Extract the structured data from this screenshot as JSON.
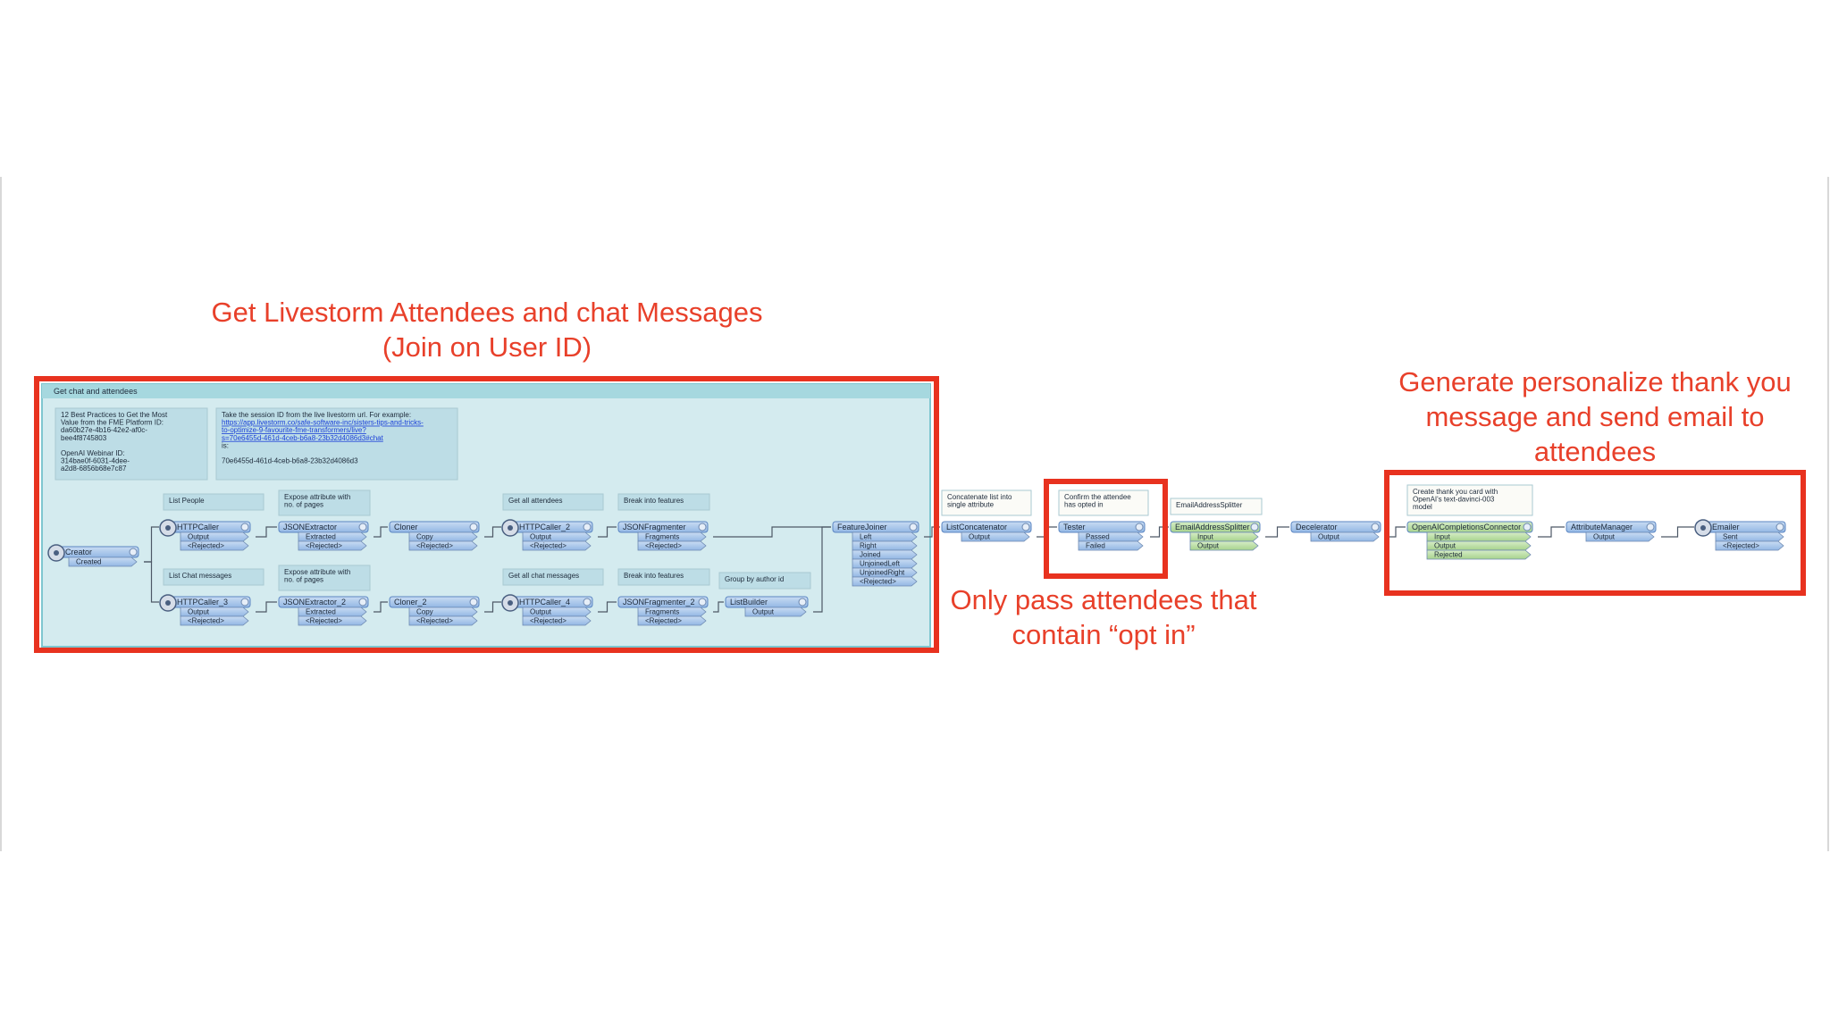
{
  "callouts": {
    "left_line1": "Get Livestorm Attendees and chat Messages",
    "left_line2": "(Join on User ID)",
    "middle_line1": "Only pass attendees that",
    "middle_line2": "contain “opt in”",
    "right_line1": "Generate personalize thank you",
    "right_line2": "message and send email to",
    "right_line3": "attendees"
  },
  "bookmark": {
    "title": "Get chat and attendees"
  },
  "notes": [
    {
      "id": "note-info",
      "lines": [
        "12 Best Practices to Get the Most",
        "Value from the FME Platform ID:",
        "da60b27e-4b16-42e2-af0c-",
        "bee4f8745803",
        "",
        "OpenAI Webinar ID:",
        "314bae0f-6031-4dee-",
        "a2d8-6856b68e7c87"
      ]
    },
    {
      "id": "note-session",
      "lines": [
        "Take the session ID from the live livestorm url. For example:",
        "",
        "",
        "",
        "is:",
        "",
        "70e6455d-461d-4ceb-b6a8-23b32d4086d3"
      ],
      "link": [
        "https://app.livestorm.co/safe-software-inc/sisters-tips-and-tricks-",
        "to-optimize-9-favourite-fme-transformers/live?",
        "s=70e6455d-461d-4ceb-b6a8-23b32d4086d3#chat"
      ]
    },
    {
      "id": "note-list-people",
      "lines": [
        "List People"
      ]
    },
    {
      "id": "note-expose-1",
      "lines": [
        "Expose attribute with",
        "no. of pages"
      ]
    },
    {
      "id": "note-get-attendees",
      "lines": [
        "Get all attendees"
      ]
    },
    {
      "id": "note-break-1",
      "lines": [
        "Break into features"
      ]
    },
    {
      "id": "note-list-chat",
      "lines": [
        "List Chat messages"
      ]
    },
    {
      "id": "note-expose-2",
      "lines": [
        "Expose attribute with",
        "no. of pages"
      ]
    },
    {
      "id": "note-get-chat",
      "lines": [
        "Get all chat messages"
      ]
    },
    {
      "id": "note-break-2",
      "lines": [
        "Break into features"
      ]
    },
    {
      "id": "note-group",
      "lines": [
        "Group by author id"
      ]
    },
    {
      "id": "note-concat",
      "lines": [
        "Concatenate list into",
        "single attribute"
      ]
    },
    {
      "id": "note-confirm",
      "lines": [
        "Confirm the attendee",
        "has opted in"
      ]
    },
    {
      "id": "note-email-splitter",
      "lines": [
        "EmailAddressSplitter"
      ]
    },
    {
      "id": "note-create-card",
      "lines": [
        "Create thank you card with",
        "OpenAI's text-davinci-003",
        "model"
      ]
    }
  ],
  "transformers": [
    {
      "id": "creator",
      "name": "Creator",
      "ports": [
        "Created"
      ],
      "icon": "creator-icon"
    },
    {
      "id": "httpcaller",
      "name": "HTTPCaller",
      "ports": [
        "Output",
        "<Rejected>"
      ],
      "icon": "globe-icon"
    },
    {
      "id": "jsonextractor",
      "name": "JSONExtractor",
      "ports": [
        "Extracted",
        "<Rejected>"
      ]
    },
    {
      "id": "cloner",
      "name": "Cloner",
      "ports": [
        "Copy",
        "<Rejected>"
      ]
    },
    {
      "id": "httpcaller2",
      "name": "HTTPCaller_2",
      "ports": [
        "Output",
        "<Rejected>"
      ],
      "icon": "globe-icon"
    },
    {
      "id": "jsonfragmenter",
      "name": "JSONFragmenter",
      "ports": [
        "Fragments",
        "<Rejected>"
      ]
    },
    {
      "id": "httpcaller3",
      "name": "HTTPCaller_3",
      "ports": [
        "Output",
        "<Rejected>"
      ],
      "icon": "globe-icon"
    },
    {
      "id": "jsonextractor2",
      "name": "JSONExtractor_2",
      "ports": [
        "Extracted",
        "<Rejected>"
      ]
    },
    {
      "id": "cloner2",
      "name": "Cloner_2",
      "ports": [
        "Copy",
        "<Rejected>"
      ]
    },
    {
      "id": "httpcaller4",
      "name": "HTTPCaller_4",
      "ports": [
        "Output",
        "<Rejected>"
      ],
      "icon": "globe-icon"
    },
    {
      "id": "jsonfragmenter2",
      "name": "JSONFragmenter_2",
      "ports": [
        "Fragments",
        "<Rejected>"
      ]
    },
    {
      "id": "listbuilder",
      "name": "ListBuilder",
      "ports": [
        "Output"
      ]
    },
    {
      "id": "featurejoiner",
      "name": "FeatureJoiner",
      "ports": [
        "Left",
        "Right",
        "Joined",
        "UnjoinedLeft",
        "UnjoinedRight",
        "<Rejected>"
      ]
    },
    {
      "id": "listconcatenator",
      "name": "ListConcatenator",
      "ports": [
        "Output"
      ]
    },
    {
      "id": "tester",
      "name": "Tester",
      "ports": [
        "Passed",
        "Failed"
      ]
    },
    {
      "id": "emailsplitter",
      "name": "EmailAddressSplitter",
      "ports": [
        "Input",
        "Output"
      ],
      "custom": true
    },
    {
      "id": "decelerator",
      "name": "Decelerator",
      "ports": [
        "Output"
      ]
    },
    {
      "id": "openai",
      "name": "OpenAICompletionsConnector",
      "ports": [
        "Input",
        "Output",
        "Rejected"
      ],
      "custom": true
    },
    {
      "id": "attributemanager",
      "name": "AttributeManager",
      "ports": [
        "Output"
      ]
    },
    {
      "id": "emailer",
      "name": "Emailer",
      "ports": [
        "Sent",
        "<Rejected>"
      ],
      "icon": "globe-icon"
    }
  ],
  "connections": [
    {
      "from": "creator",
      "to": "httpcaller"
    },
    {
      "from": "creator",
      "to": "httpcaller3"
    },
    {
      "from": "httpcaller",
      "to": "jsonextractor"
    },
    {
      "from": "jsonextractor",
      "to": "cloner"
    },
    {
      "from": "cloner",
      "to": "httpcaller2"
    },
    {
      "from": "httpcaller2",
      "to": "jsonfragmenter"
    },
    {
      "from": "jsonfragmenter",
      "to": "featurejoiner"
    },
    {
      "from": "httpcaller3",
      "to": "jsonextractor2"
    },
    {
      "from": "jsonextractor2",
      "to": "cloner2"
    },
    {
      "from": "cloner2",
      "to": "httpcaller4"
    },
    {
      "from": "httpcaller4",
      "to": "jsonfragmenter2"
    },
    {
      "from": "jsonfragmenter2",
      "to": "listbuilder"
    },
    {
      "from": "listbuilder",
      "to": "featurejoiner"
    },
    {
      "from": "featurejoiner",
      "to": "listconcatenator"
    },
    {
      "from": "listconcatenator",
      "to": "tester"
    },
    {
      "from": "tester",
      "to": "emailsplitter"
    },
    {
      "from": "emailsplitter",
      "to": "decelerator"
    },
    {
      "from": "decelerator",
      "to": "openai"
    },
    {
      "from": "openai",
      "to": "attributemanager"
    },
    {
      "from": "attributemanager",
      "to": "emailer"
    }
  ],
  "colors": {
    "red": "#e8321f",
    "transformer": "#9fc0ea",
    "custom": "#b5da9d",
    "bookmark": "#d4ebef",
    "note": "#bddde6"
  }
}
